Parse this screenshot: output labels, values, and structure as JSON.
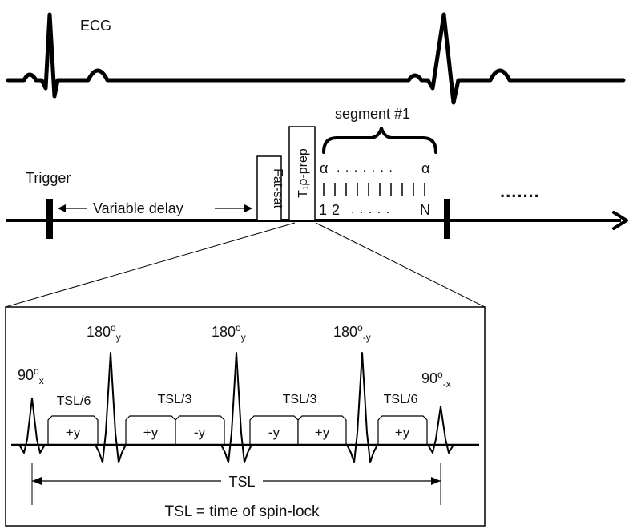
{
  "top": {
    "ecg_label": "ECG",
    "trigger_label": "Trigger",
    "delay_label": "Variable delay",
    "fatsat_label": "Fat-sat",
    "prep_label": "T₁ρ-prep",
    "segment_label": "segment #1",
    "alpha": "α",
    "pulse_dots": ". . . . . . .",
    "index_first": "1",
    "index_second": "2",
    "index_dots": ". . . . .",
    "index_last": "N",
    "continuation": "......."
  },
  "detail": {
    "pulses": [
      {
        "base": "90",
        "sup": "o",
        "sub": "x"
      },
      {
        "base": "180",
        "sup": "o",
        "sub": "y"
      },
      {
        "base": "180",
        "sup": "o",
        "sub": "y"
      },
      {
        "base": "180",
        "sup": "o",
        "sub": "-y"
      },
      {
        "base": "90",
        "sup": "o",
        "sub": "-x"
      }
    ],
    "durations": [
      "TSL/6",
      "TSL/3",
      "TSL/3",
      "TSL/6"
    ],
    "lock_blocks": [
      "+y",
      "+y",
      "-y",
      "-y",
      "+y",
      "+y"
    ],
    "tsl_label": "TSL",
    "definition": "TSL = time of spin-lock"
  }
}
